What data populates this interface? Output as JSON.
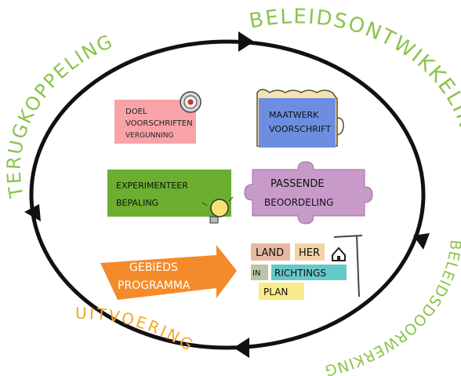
{
  "cycle": {
    "top_right": "BELEIDSONTWIKKELING",
    "bottom_right": "BELEIDSDOORWERKING",
    "bottom": "UITVOERING",
    "top_left": "TERUGKOPPELING"
  },
  "cards": {
    "doel": [
      "DOEL",
      "VOORSCHRIFTEN",
      "VERGUNNING"
    ],
    "maatwerk": [
      "MAATWERK",
      "VOORSCHRIFT"
    ],
    "experiment": [
      "EXPERIMENTEER",
      "BEPALING"
    ],
    "passende": [
      "PASSENDE",
      "BEOORDELING"
    ],
    "gebieds": [
      "GEBIEDS",
      "PROGRAMMA"
    ],
    "landinrichting": {
      "land": "LAND",
      "her": "HER",
      "in": "IN",
      "richtings": "RICHTINGS",
      "plan": "PLAN"
    }
  },
  "colors": {
    "cycle_text": "#8bc34a",
    "bottom_text": "#f5a623",
    "doel_bg": "#f7a3a8",
    "maatwerk_bg": "#6d8ee0",
    "experiment_bg": "#6cae2f",
    "passende_bg": "#c79ac9",
    "gebieds_bg": "#f58a2b",
    "land_bg": "#e7b9a2",
    "her_bg": "#f3d3a6",
    "in_bg": "#b7c6a6",
    "richtings_bg": "#67c8c9",
    "plan_bg": "#f7ec8a"
  },
  "icons": [
    "target-icon",
    "lightbulb-icon",
    "crane-house-icon",
    "arrow-right-icon",
    "scroll-icon"
  ]
}
